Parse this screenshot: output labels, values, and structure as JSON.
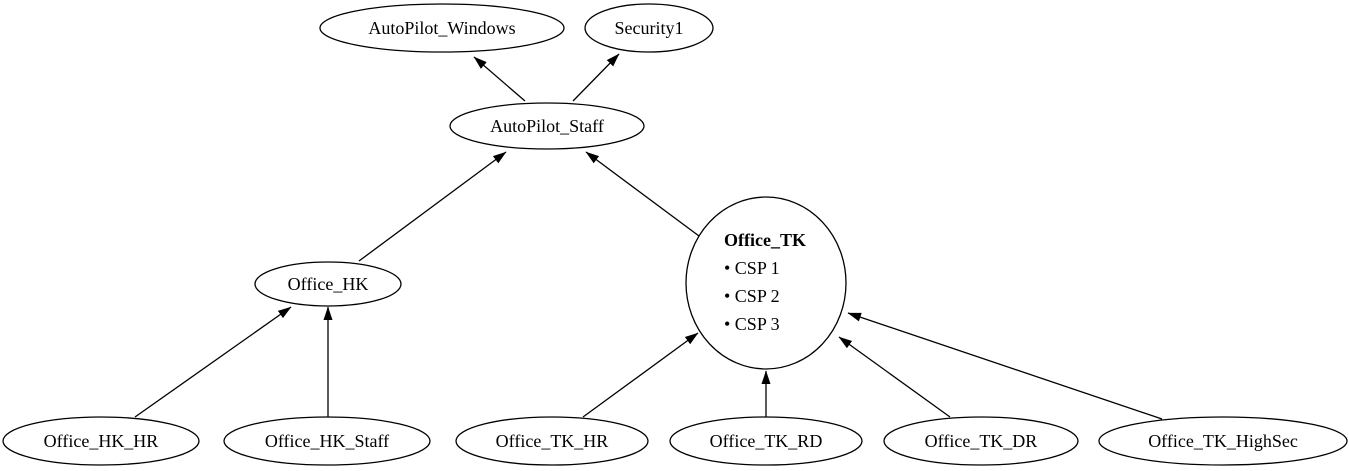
{
  "diagram": {
    "type": "directed-graph",
    "background_color": "#ffffff",
    "node_fill_color": "#ffffff",
    "node_stroke_color": "#000000",
    "edge_color": "#000000",
    "text_color": "#000000",
    "nodes": {
      "autopilot_windows": {
        "label": "AutoPilot_Windows"
      },
      "security1": {
        "label": "Security1"
      },
      "autopilot_staff": {
        "label": "AutoPilot_Staff"
      },
      "office_hk": {
        "label": "Office_HK"
      },
      "office_tk": {
        "label": "Office_TK",
        "bullets": [
          "• CSP 1",
          "• CSP 2",
          "• CSP 3"
        ]
      },
      "office_hk_hr": {
        "label": "Office_HK_HR"
      },
      "office_hk_staff": {
        "label": "Office_HK_Staff"
      },
      "office_tk_hr": {
        "label": "Office_TK_HR"
      },
      "office_tk_rd": {
        "label": "Office_TK_RD"
      },
      "office_tk_dr": {
        "label": "Office_TK_DR"
      },
      "office_tk_highsec": {
        "label": "Office_TK_HighSec"
      }
    },
    "edges": [
      {
        "from": "AutoPilot_Staff",
        "to": "AutoPilot_Windows"
      },
      {
        "from": "AutoPilot_Staff",
        "to": "Security1"
      },
      {
        "from": "Office_HK",
        "to": "AutoPilot_Staff"
      },
      {
        "from": "Office_TK",
        "to": "AutoPilot_Staff"
      },
      {
        "from": "Office_HK_HR",
        "to": "Office_HK"
      },
      {
        "from": "Office_HK_Staff",
        "to": "Office_HK"
      },
      {
        "from": "Office_TK_HR",
        "to": "Office_TK"
      },
      {
        "from": "Office_TK_RD",
        "to": "Office_TK"
      },
      {
        "from": "Office_TK_DR",
        "to": "Office_TK"
      },
      {
        "from": "Office_TK_HighSec",
        "to": "Office_TK"
      }
    ]
  }
}
